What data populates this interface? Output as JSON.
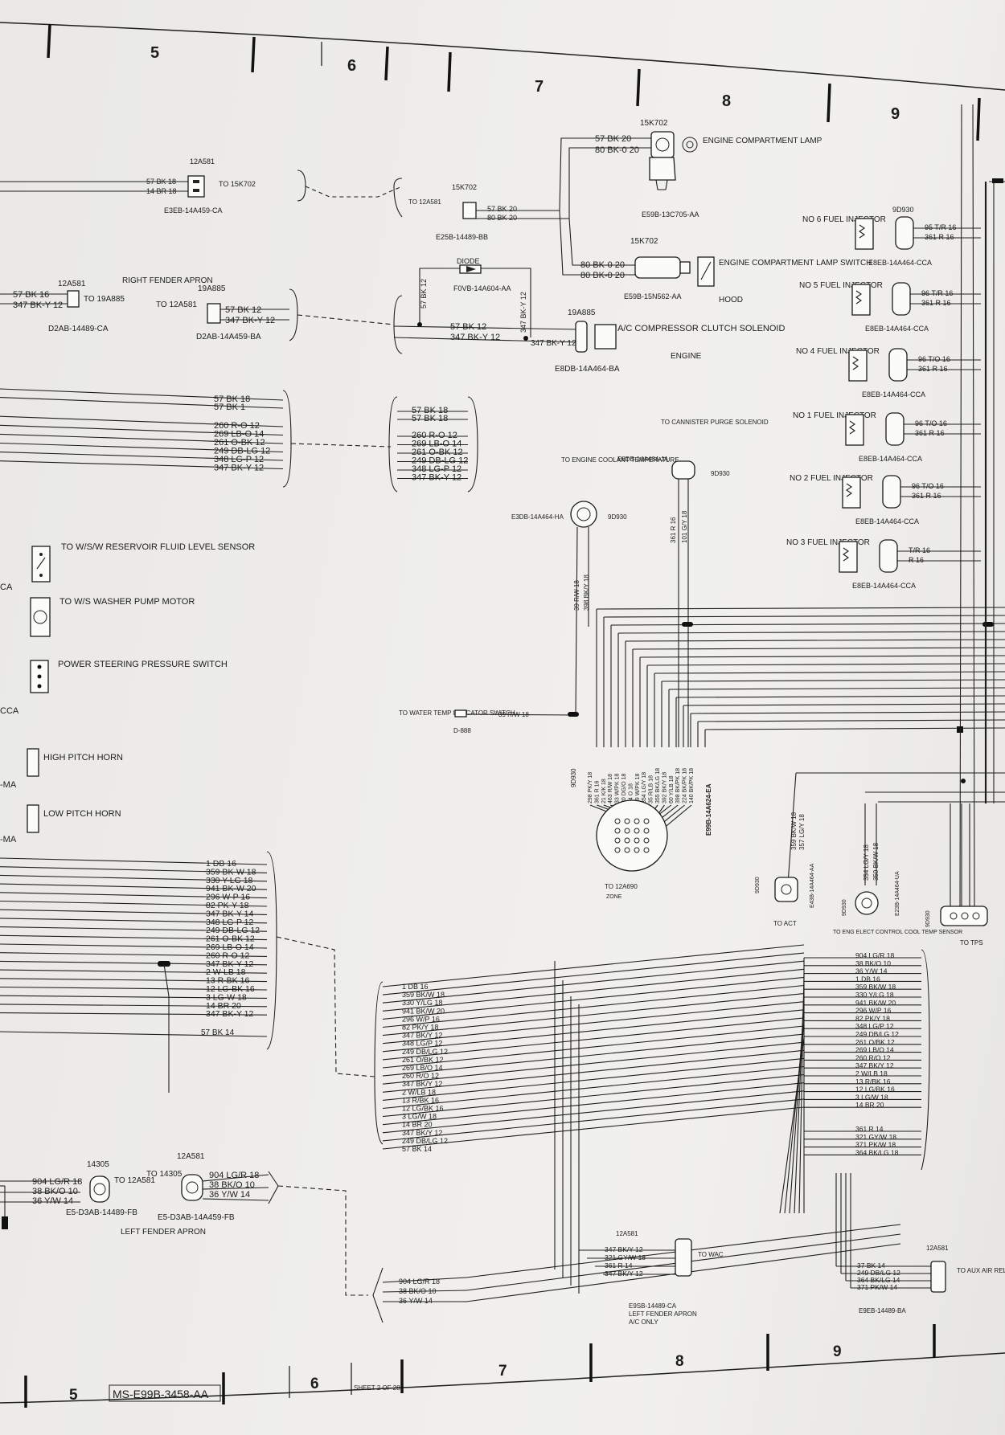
{
  "sheet": {
    "page_label": "SHEET 2 OF 28",
    "drawing_number": "MS-E99B-3458-AA",
    "top_zones": [
      "5",
      "6",
      "7",
      "8",
      "9"
    ],
    "bottom_zones": [
      "5",
      "6",
      "7",
      "8",
      "9"
    ]
  },
  "connectors": {
    "c12a581_top": {
      "id": "12A581",
      "left": [
        "57 BK 18",
        "14 BR 18"
      ],
      "to": "TO 15K702",
      "part": "E3EB-14A459-CA"
    },
    "c15k702_jct": {
      "id": "15K702",
      "to": "TO 12A581",
      "wires": [
        "57 BK 20",
        "80 BK 20"
      ],
      "part": "E25B-14489-BB"
    },
    "lamp": {
      "id": "15K702",
      "wires": [
        "57 BK 20",
        "80 BK-0 20"
      ],
      "name": "ENGINE COMPARTMENT LAMP",
      "part": "E59B-13C705-AA"
    },
    "lamp_switch": {
      "id": "15K702",
      "wires": [
        "80 BK-0 20",
        "80 BK-0 20"
      ],
      "name": "ENGINE COMPARTMENT LAMP SWITCH",
      "location": "HOOD",
      "part": "E59B-15N562-AA"
    },
    "c12a581_fender": {
      "id": "12A581",
      "name": "RIGHT FENDER APRON",
      "wires": [
        "57 BK 16",
        "347 BK-Y 12"
      ],
      "to_a": "TO 19A885",
      "to_b": "TO 12A581",
      "part": "D2AB-14489-CA"
    },
    "c19a885_left": {
      "id": "19A885",
      "wires": [
        "57 BK 12",
        "347 BK-Y 12"
      ],
      "part": "D2AB-14A459-BA"
    },
    "diode": {
      "name": "DIODE",
      "part": "F0VB-14A604-AA",
      "wires": [
        "57 BK 12",
        "347 BK-Y 12"
      ],
      "vert_a": "57 BK 12",
      "vert_b": "347 BK-Y 12",
      "dup": "347 BK-Y 12"
    },
    "compressor": {
      "id": "19A885",
      "name": "A/C COMPRESSOR CLUTCH SOLENOID",
      "location": "ENGINE",
      "part": "E8DB-14A464-BA"
    },
    "bundle_mid": {
      "left": [
        "57 BK 18",
        "57 BK 1",
        "260 R-O 12",
        "269 LB-O 14",
        "261 O-BK 12",
        "249 DB-LG 12",
        "348 LG-P 12",
        "347 BK-Y 12"
      ],
      "right": [
        "57 BK 18",
        "57 BK 18",
        "260 R-O 12",
        "269 LB-O 14",
        "261 O-BK 12",
        "249 DB-LG 12",
        "348 LG-P 12",
        "347 BK-Y 12"
      ]
    },
    "coolant": {
      "to": "TO ENGINE COOLANT TEMPERATURE",
      "part": "E3DB-14A464-HA",
      "id": "9D930",
      "wires": [
        "39 R/W 18",
        "398 BK/Y 18"
      ]
    },
    "canister": {
      "to": "TO CANNISTER PURGE SOLENOID",
      "part": "E8DB-14A464-JA",
      "id": "9D930",
      "wires": [
        "361 R 16",
        "101 G/Y 18"
      ]
    },
    "water": {
      "to": "TO WATER TEMP INDICATOR SWITCH",
      "wire": "39 R/W 18",
      "id": "D-888"
    },
    "big_conn": {
      "id": "9D930",
      "to": "TO 12A690",
      "loc": "ZONE",
      "part": "E99B-14A624-EA",
      "pins": [
        "298 PK/Y 18",
        "361 R 16",
        "21 K/K 18",
        "463 R/W 18",
        "33 W/PK 18",
        "30 DG/O 18",
        "94 O 18",
        "59 W/PK 18",
        "354 LG/Y 18",
        "35 R/LB 18",
        "355 BK/LG 18",
        "392 BK/Y 18",
        "60 Y/LB 18",
        "398 BK/PK 18",
        "224 BK/PK 18",
        "140 BK/PK 18"
      ]
    },
    "injectors": [
      {
        "label": "NO 6 FUEL INJECTOR",
        "wires": [
          "95 T/R 16",
          "361 R 16"
        ],
        "part": "E8EB-14A464-CCA"
      },
      {
        "label": "NO 5 FUEL INJECTOR",
        "wires": [
          "96 T/R 16",
          "361 R 16"
        ],
        "part": "E8EB-14A464-CCA"
      },
      {
        "label": "NO 4 FUEL INJECTOR",
        "wires": [
          "96 T/O 16",
          "361 R 16"
        ],
        "part": "E8EB-14A464-CCA"
      },
      {
        "label": "NO 1 FUEL INJECTOR",
        "wires": [
          "96 T/O 16",
          "361 R 16"
        ],
        "part": "E8EB-14A464-CCA"
      },
      {
        "label": "NO 2 FUEL INJECTOR",
        "wires": [
          "96 T/O 16",
          "361 R 16"
        ],
        "part": "E8EB-14A464-CCA"
      },
      {
        "label": "NO 3 FUEL INJECTOR",
        "wires": [
          "T/R 16",
          "R 16"
        ],
        "part": "E8EB-14A464-CCA"
      }
    ],
    "injector_id": "9D930",
    "left_devices": [
      {
        "name": "TO W/S/W RESERVOIR FLUID LEVEL SENSOR"
      },
      {
        "name": "TO W/S WASHER PUMP MOTOR"
      },
      {
        "name": "POWER STEERING PRESSURE SWITCH"
      },
      {
        "name": "HIGH PITCH HORN"
      },
      {
        "name": "LOW PITCH HORN"
      }
    ],
    "left_edge": [
      "CA",
      "CCA",
      "-MA",
      "-MA"
    ],
    "bundle_lower_left": [
      "1 DB 16",
      "359 BK-W 18",
      "330 Y-LG 18",
      "941 BK-W 20",
      "296 W-P 16",
      "82 PK-Y 18",
      "347 BK-Y 14",
      "348 LG-P 12",
      "249 DB-LG 12",
      "261 O-BK 12",
      "269 LB-O 14",
      "260 R-O 12",
      "347 BK-Y 12",
      "2 W-LB 18",
      "13 R-BK 16",
      "12 LG-BK 16",
      "3 LG-W 18",
      "14 BR 20",
      "347 BK-Y 12"
    ],
    "bundle_lower_left_tail": "57 BK 14",
    "bundle_center": [
      "1 DB 16",
      "359 BK/W 18",
      "330 Y/LG 18",
      "941 BK/W 20",
      "296 W/P 16",
      "82 PK/Y 18",
      "347 BK/Y 12",
      "348 LG/P 12",
      "249 DB/LG 12",
      "261 O/BK 12",
      "269 LB/O 14",
      "260 R/O 12",
      "347 BK/Y 12",
      "2 W/LB 18",
      "13 R/BK 16",
      "12 LG/BK 16",
      "3 LG/W 18",
      "14 BR 20",
      "347 BK/Y 12",
      "249 DB/LG 12",
      "57 BK 14"
    ],
    "bundle_right": [
      "904 LG/R 18",
      "38 BK/O 10",
      "36 Y/W 14",
      "1 DB 16",
      "359 BK/W 18",
      "330 Y/LG 18",
      "941 BK/W 20",
      "296 W/P 16",
      "82 PK/Y 18",
      "348 LG/P 12",
      "249 DB/LG 12",
      "261 O/BK 12",
      "269 LB/O 14",
      "260 R/O 12",
      "347 BK/Y 12",
      "2 W/LB 18",
      "13 R/BK 16",
      "12 LG/BK 16",
      "3 LG/W 18",
      "14 BR 20",
      "361 R 14",
      "321 GY/W 18",
      "371 PK/W 18",
      "364 BK/LG 18"
    ],
    "act": {
      "id": "9D930",
      "wires": [
        "359 BK/W 18",
        "357 LG/Y 18"
      ],
      "part": "E43B-14A464-AA",
      "to": "TO ACT"
    },
    "ect": {
      "id": "9D930",
      "wires": [
        "354 LG/Y 18",
        "350 BK/W 18"
      ],
      "part": "E23B-14A464-UA",
      "to": "TO ENG ELECT CONTROL COOL TEMP SENSOR"
    },
    "tps": {
      "id": "9D930",
      "to": "TO TPS"
    },
    "c14305": {
      "id": "14305",
      "wires": [
        "904 LG/R 18",
        "38 BK/O 10",
        "36 Y/W 14"
      ],
      "to": "TO 12A581",
      "part": "E5-D3AB-14489-FB"
    },
    "c12a581_lf": {
      "id": "12A581",
      "to": "TO 14305",
      "wires": [
        "904 LG/R 18",
        "38 BK/O 10",
        "36 Y/W 14"
      ],
      "part": "E5-D3AB-14A459-FB",
      "name": "LEFT FENDER APRON"
    },
    "wac": {
      "id": "12A581",
      "wires": [
        "347 BK/Y 12",
        "321 GY/W 18",
        "361 R 14",
        "347 BK/Y 12"
      ],
      "to": "TO WAC",
      "part": "E9SB-14489-CA",
      "note1": "LEFT FENDER APRON",
      "note2": "A/C ONLY"
    },
    "aux": {
      "id": "12A581",
      "wires": [
        "37 BK 14",
        "249 DB/LG 12",
        "364 BK/LG 14",
        "371 PK/W 14"
      ],
      "to": "TO AUX AIR RELAY",
      "part": "E9EB-14489-BA"
    },
    "bottom_left_bundle": [
      "904 LG/R 18",
      "38 BK/O 10",
      "36 Y/W 14"
    ]
  }
}
